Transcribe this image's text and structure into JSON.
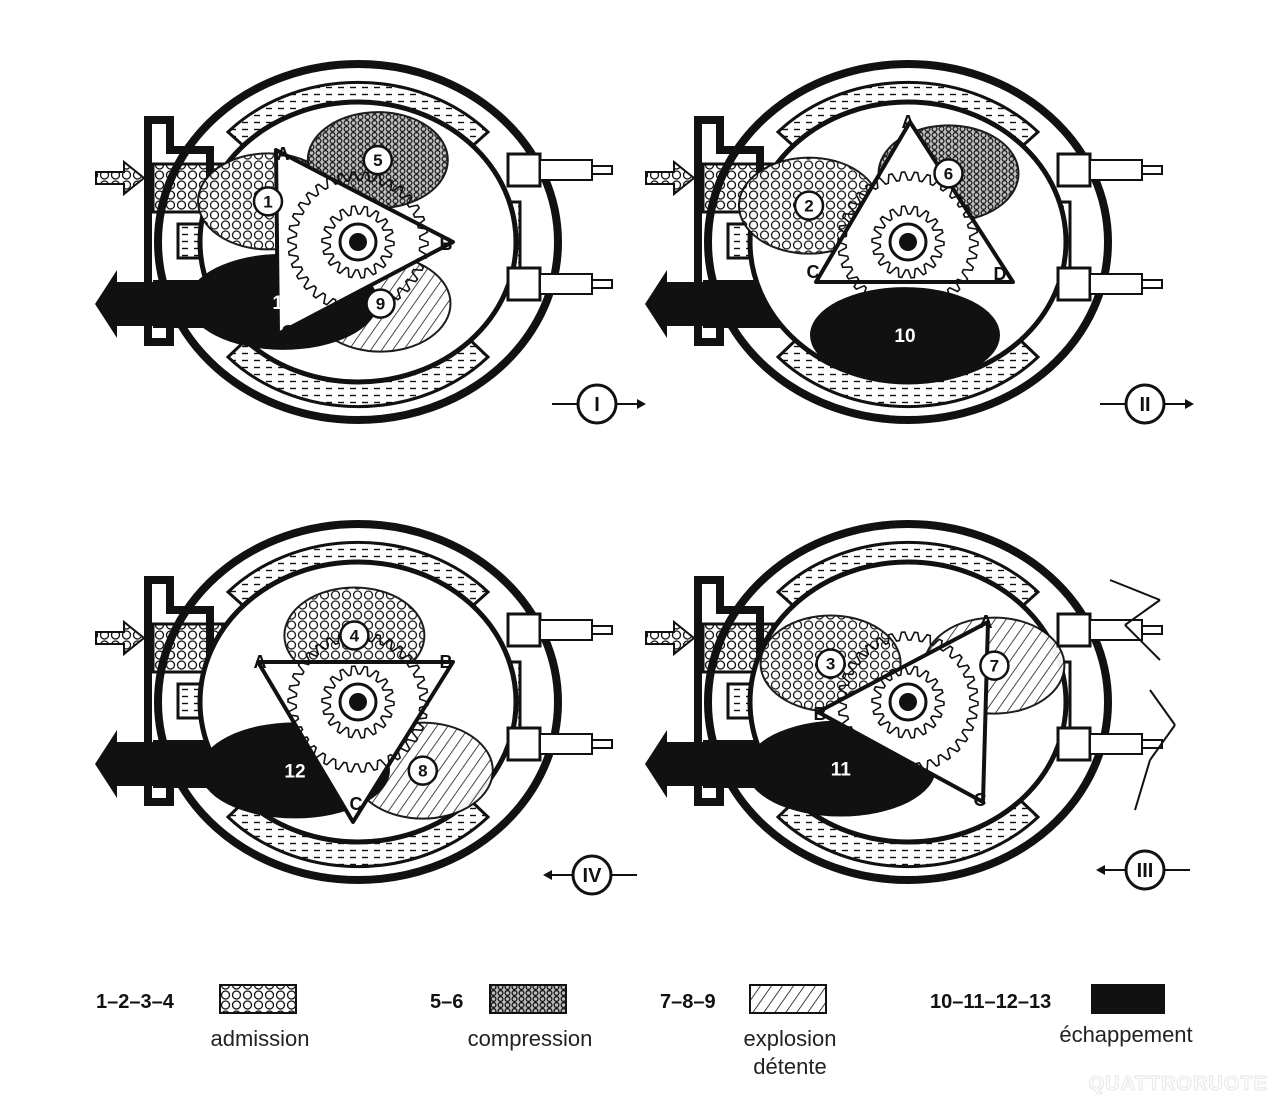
{
  "diagram": {
    "panels": [
      {
        "id": "panel-1",
        "roman": "I",
        "direction": "right",
        "vertices": [
          "A",
          "B",
          "C"
        ],
        "chambers": [
          "1",
          "5",
          "9"
        ],
        "exhaust_label": "13"
      },
      {
        "id": "panel-2",
        "roman": "II",
        "direction": "right",
        "vertices": [
          "A",
          "C",
          "D"
        ],
        "chambers": [
          "2",
          "6"
        ],
        "exhaust_label": "10"
      },
      {
        "id": "panel-4",
        "roman": "IV",
        "direction": "left",
        "vertices": [
          "A",
          "B",
          "C"
        ],
        "chambers": [
          "4",
          "8"
        ],
        "exhaust_label": "12"
      },
      {
        "id": "panel-3",
        "roman": "III",
        "direction": "left",
        "vertices": [
          "A",
          "B",
          "C"
        ],
        "chambers": [
          "3",
          "7"
        ],
        "exhaust_label": "11"
      }
    ],
    "legend": [
      {
        "numbers": "1–2–3–4",
        "label": "admission",
        "pattern": "hex"
      },
      {
        "numbers": "5–6",
        "label": "compression",
        "pattern": "dense"
      },
      {
        "numbers": "7–8–9",
        "label": "explosion",
        "label2": "détente",
        "pattern": "hatch"
      },
      {
        "numbers": "10–11–12–13",
        "label": "échappement",
        "pattern": "solid"
      }
    ],
    "watermark": "QUATTRORUOTE"
  }
}
